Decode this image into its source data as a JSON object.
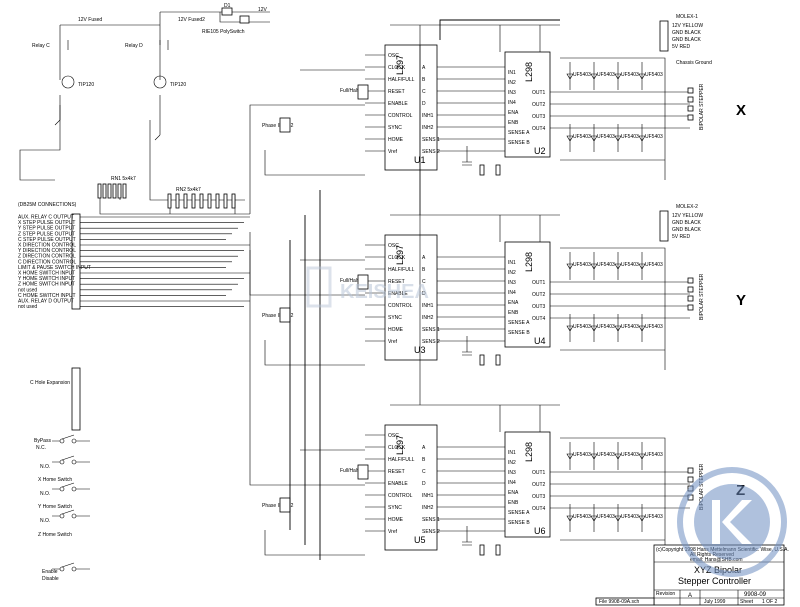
{
  "top": {
    "fused_12v_a": "12V Fused",
    "fused_12v_b": "12V Fused2",
    "d_label": "D1",
    "supply_12v": "12V",
    "pushswitch": "RIE105 PolySwitch",
    "relay_c": "Relay C",
    "relay_d": "Relay D",
    "tip_a": "TIP120",
    "tip_b": "TIP120"
  },
  "connections_header": "(DB25M CONNECTIONS)",
  "rn1": "RN1 5x4k7",
  "rn2": "RN2 5x4k7",
  "pin_labels": [
    "AUX. RELAY C OUTPUT",
    "X STEP PULSE OUTPUT",
    "Y STEP PULSE OUTPUT",
    "Z STEP PULSE OUTPUT",
    "C STEP PULSE OUTPUT",
    "X DIRECTION CONTROL",
    "Y DIRECTION CONTROL",
    "Z DIRECTION CONTROL",
    "C DIRECTION CONTROL",
    "LIMIT & PAUSE SWITCH INPUT",
    "X HOME SWITCH INPUT",
    "Y HOME SWITCH INPUT",
    "Z HOME SWITCH INPUT",
    "not used",
    "C HOME SWITCH INPUT",
    "AUX. RELAY D OUTPUT",
    "not used"
  ],
  "c_hole_expansion": "C Hole Expansion",
  "switches": {
    "bypass": "ByPass",
    "nc": "N.C.",
    "no1": "N.O.",
    "x_home": "X Home Switch",
    "no2": "N.O.",
    "y_home": "Y Home Switch",
    "no3": "N.O.",
    "z_home": "Z Home Switch",
    "enable": "Enable",
    "disable": "Disable"
  },
  "stages": [
    {
      "axis": "X",
      "l297": "L297",
      "l297_ref": "U1",
      "l298": "L298",
      "l298_ref": "U2",
      "full_half": "Full/Half",
      "phase": "Phase INH1-2",
      "molex": "MOLEX-1",
      "molex_pins": [
        "12V YELLOW",
        "GND BLACK",
        "GND BLACK",
        "5V RED"
      ],
      "chassis": "Chassis Ground",
      "stepper": "BIPOLAR STEPPER"
    },
    {
      "axis": "Y",
      "l297": "L297",
      "l297_ref": "U3",
      "l298": "L298",
      "l298_ref": "U4",
      "full_half": "Full/Half",
      "phase": "Phase INH1-2",
      "molex": "MOLEX-2",
      "molex_pins": [
        "12V YELLOW",
        "GND BLACK",
        "GND BLACK",
        "5V RED"
      ],
      "chassis": "",
      "stepper": "BIPOLAR STEPPER"
    },
    {
      "axis": "Z",
      "l297": "L297",
      "l297_ref": "U5",
      "l298": "L298",
      "l298_ref": "U6",
      "full_half": "Full/Half",
      "phase": "Phase INH1-2",
      "molex": "",
      "molex_pins": [],
      "chassis": "",
      "stepper": "BIPOLAR STEPPER"
    }
  ],
  "l297_left_pins": [
    "OSC",
    "CLOCK",
    "HALF/FULL",
    "RESET",
    "ENABLE",
    "CONTROL",
    "SYNC",
    "HOME",
    "Vref"
  ],
  "l297_right_pins": [
    "A",
    "B",
    "C",
    "D",
    "INH1",
    "INH2",
    "SENS 1",
    "SENS 2"
  ],
  "l298_left_pins": [
    "IN1",
    "IN2",
    "IN3",
    "IN4",
    "ENA",
    "ENB",
    "SENSE A",
    "SENSE B"
  ],
  "l298_right_pins": [
    "OUT1",
    "OUT2",
    "OUT3",
    "OUT4"
  ],
  "diode_label": "UF5403",
  "title_block": {
    "copyright": "(c)Copyright 1998 Hans Mettelmann Scientific. Wise, U.S.A.",
    "rights": "All Rights Reserved",
    "email": "email: Hans@SHB.com",
    "title_line1": "XYZ Bipolar",
    "title_line2": "Stepper Controller",
    "revision_label": "Revision",
    "revision": "A",
    "doc_no": "9908-09",
    "date": "July 1999",
    "sheet_label": "Sheet",
    "sheet": "1 OF 2",
    "file": "File 9908-09A.sch"
  },
  "watermark": "KEISHEA"
}
